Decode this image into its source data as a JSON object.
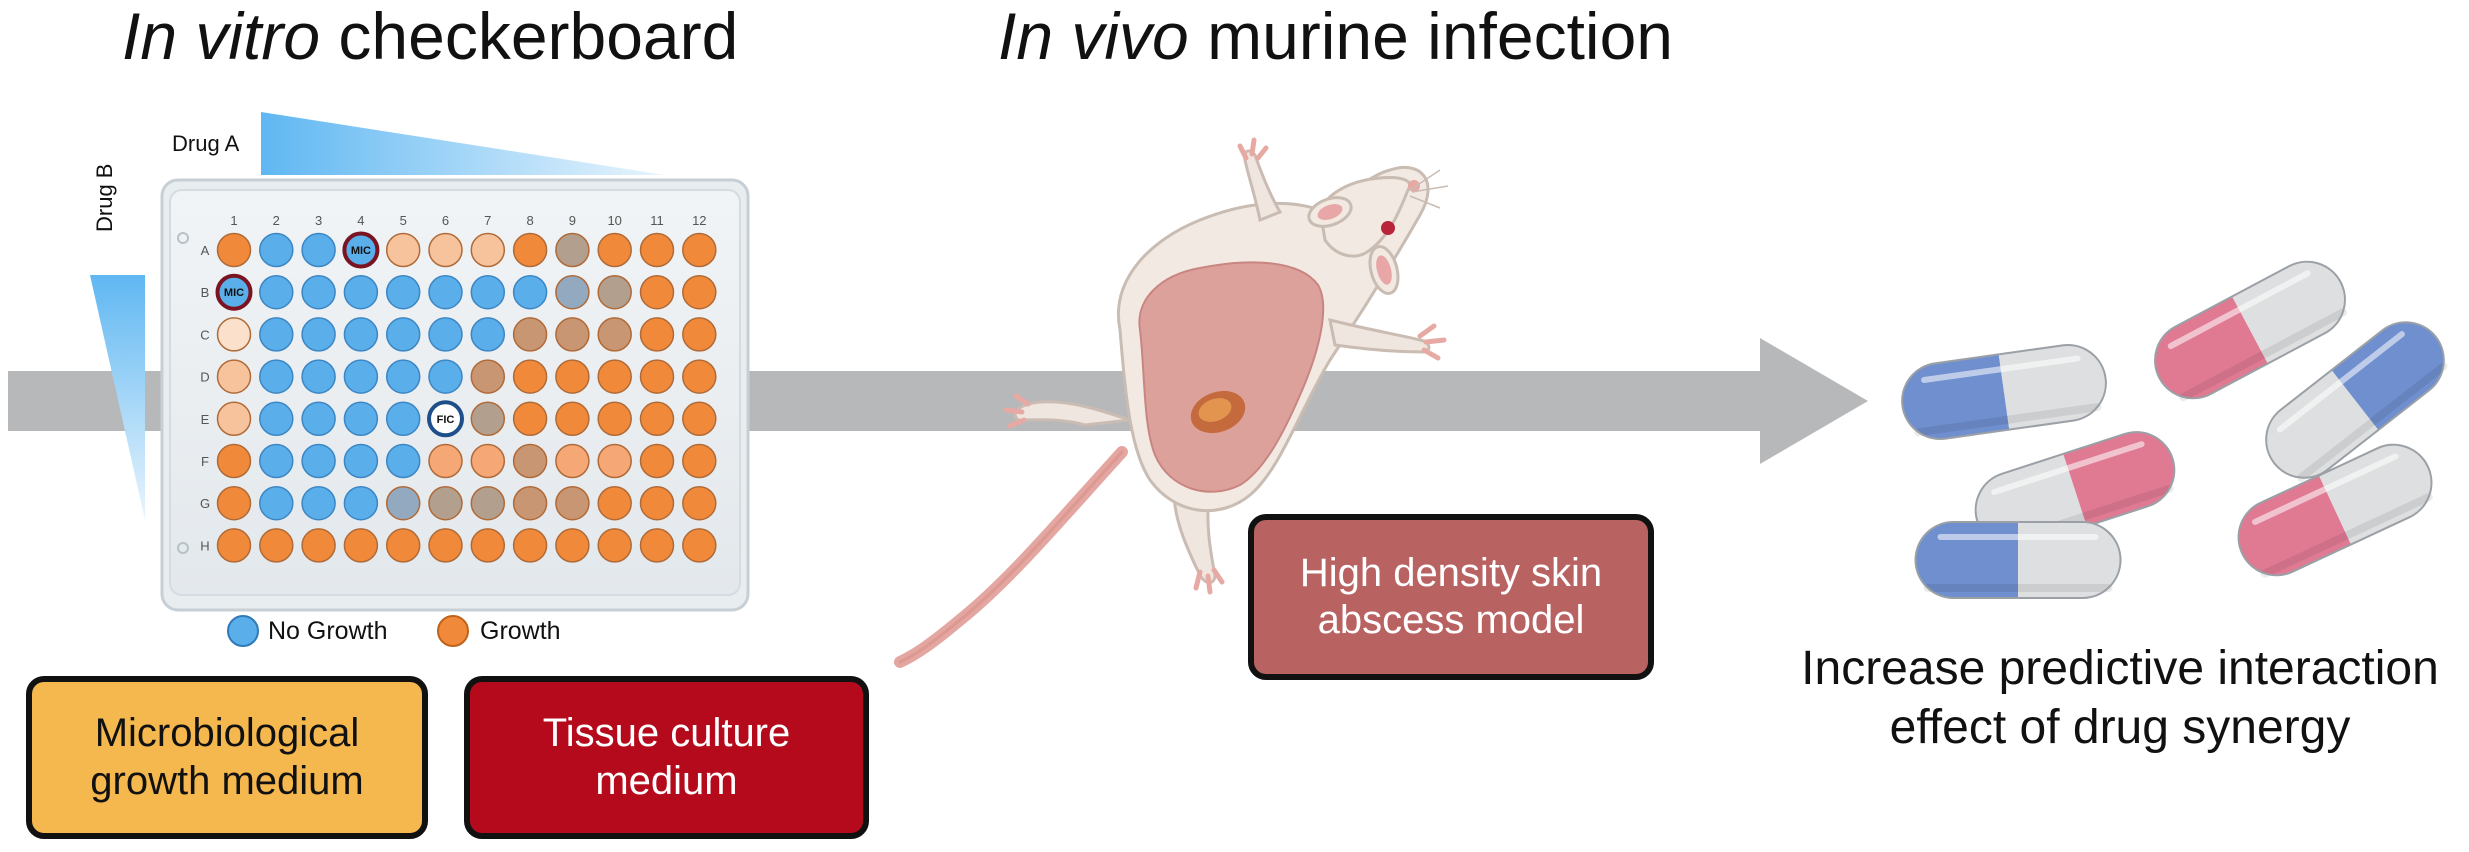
{
  "titles": {
    "in_vitro_italic": "In vitro",
    "in_vitro_rest": "checkerboard",
    "in_vivo_italic": "In vivo",
    "in_vivo_rest": "murine infection"
  },
  "plate": {
    "drug_a_label": "Drug A",
    "drug_b_label": "Drug B",
    "columns": [
      "1",
      "2",
      "3",
      "4",
      "5",
      "6",
      "7",
      "8",
      "9",
      "10",
      "11",
      "12"
    ],
    "rows": [
      "A",
      "B",
      "C",
      "D",
      "E",
      "F",
      "G",
      "H"
    ],
    "mic_label": "MIC",
    "fic_label": "FIC",
    "colors": {
      "blue": "#5aaee9",
      "orange": "#f08a3a",
      "peach_light": "#fbe0cc",
      "peach": "#f7c39c",
      "peach_mid": "#f5a776",
      "grayblue": "#93a9bf",
      "taupe": "#b29f8e",
      "tan": "#c99673",
      "white": "#ffffff"
    },
    "wells": [
      [
        "O",
        "B",
        "B",
        "MIC",
        "P",
        "P",
        "P",
        "O",
        "T",
        "O",
        "O",
        "O"
      ],
      [
        "MIC",
        "B",
        "B",
        "B",
        "B",
        "B",
        "B",
        "B",
        "GB",
        "T",
        "O",
        "O"
      ],
      [
        "PL",
        "B",
        "B",
        "B",
        "B",
        "B",
        "B",
        "TN",
        "TN",
        "TN",
        "O",
        "O"
      ],
      [
        "P",
        "B",
        "B",
        "B",
        "B",
        "B",
        "TN",
        "O",
        "O",
        "O",
        "O",
        "O"
      ],
      [
        "P",
        "B",
        "B",
        "B",
        "B",
        "FIC",
        "T",
        "O",
        "O",
        "O",
        "O",
        "O"
      ],
      [
        "O",
        "B",
        "B",
        "B",
        "B",
        "PM",
        "PM",
        "TN",
        "PM",
        "PM",
        "O",
        "O"
      ],
      [
        "O",
        "B",
        "B",
        "B",
        "GB",
        "T",
        "T",
        "TN",
        "TN",
        "O",
        "O",
        "O"
      ],
      [
        "O",
        "O",
        "O",
        "O",
        "O",
        "O",
        "O",
        "O",
        "O",
        "O",
        "O",
        "O"
      ]
    ]
  },
  "legend": {
    "no_growth": "No Growth",
    "growth": "Growth"
  },
  "boxes": {
    "microbiological": "Microbiological\ngrowth medium",
    "tissue_culture": "Tissue culture\nmedium",
    "abscess": "High density skin\nabscess model"
  },
  "conclusion": "Increase predictive interaction\neffect of drug synergy",
  "theme": {
    "arrow_color": "#b6b8ba",
    "box_yellow": "#f5b84e",
    "box_red": "#b50a1b",
    "box_rose": "#b86362",
    "pill_blue": "#6f8fcf",
    "pill_pink": "#e07a93",
    "pill_gray": "#dedfe0"
  }
}
